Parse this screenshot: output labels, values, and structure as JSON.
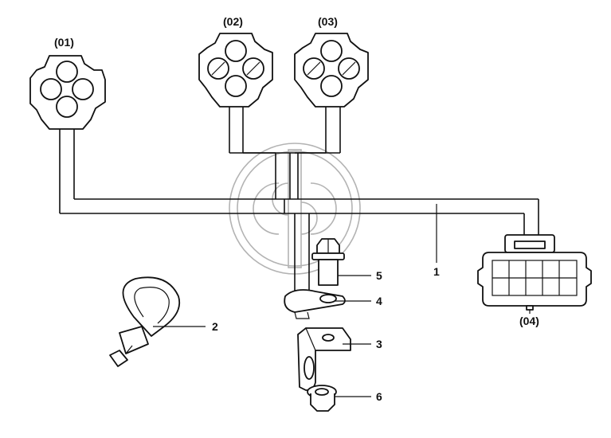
{
  "connectors": [
    {
      "id": "c1",
      "label": "(01)"
    },
    {
      "id": "c2",
      "label": "(02)"
    },
    {
      "id": "c3",
      "label": "(03)"
    },
    {
      "id": "c4",
      "label": "(04)"
    }
  ],
  "callouts": [
    {
      "id": "n1",
      "label": "1"
    },
    {
      "id": "n2",
      "label": "2"
    },
    {
      "id": "n3",
      "label": "3"
    },
    {
      "id": "n4",
      "label": "4"
    },
    {
      "id": "n5",
      "label": "5"
    },
    {
      "id": "n6",
      "label": "6"
    }
  ]
}
